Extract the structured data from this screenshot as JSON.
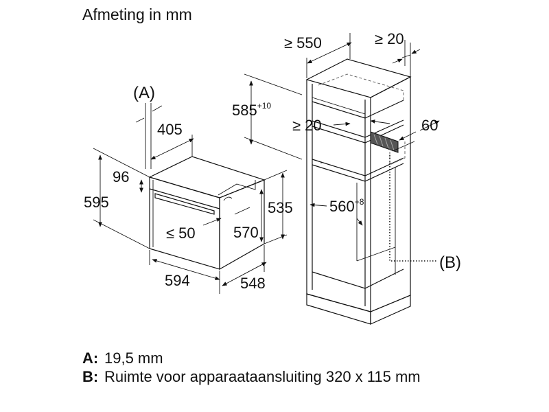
{
  "title": "Afmeting in mm",
  "dimensions": {
    "A_marker": "(A)",
    "d405": "405",
    "d96": "96",
    "d595": "595",
    "d535": "535",
    "d570": "570",
    "d_le50": "≤ 50",
    "d594": "594",
    "d548": "548",
    "d_ge550": "≥ 550",
    "d_ge20_top": "≥ 20",
    "d585": "585",
    "d585_sup": "+10",
    "d_ge20_mid": "≥ 20",
    "d60": "60",
    "d560": "560",
    "d560_sup": "+8",
    "B_marker": "(B)"
  },
  "legend": [
    {
      "key": "A:",
      "text": "19,5 mm"
    },
    {
      "key": "B:",
      "text": "Ruimte voor apparaataansluiting 320 x 115 mm"
    }
  ]
}
